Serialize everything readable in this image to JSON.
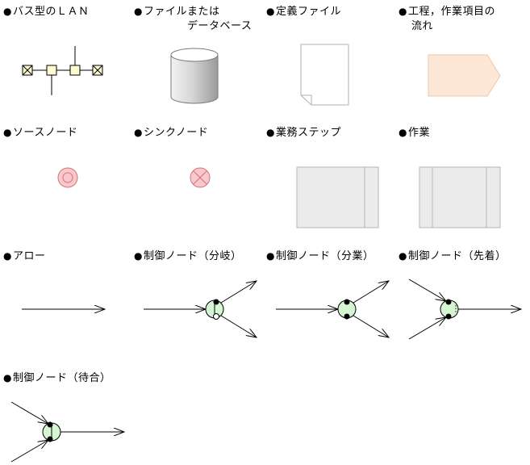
{
  "legend": {
    "bullet": "●",
    "items": {
      "bus_lan": "バス型のＬＡＮ",
      "file_or_db": "ファイルまたは",
      "file_or_db_line2": "データベース",
      "definition_file": "定義ファイル",
      "process_item_flow": "工程，作業項目の",
      "process_item_flow_line2": "流れ",
      "source_node": "ソースノード",
      "sink_node": "シンクノード",
      "business_step": "業務ステップ",
      "work": "作業",
      "arrow": "アロー",
      "control_branch": "制御ノード（分岐）",
      "control_divide": "制御ノード（分業）",
      "control_first_come": "制御ノード（先着）",
      "control_wait": "制御ノード（待合）"
    }
  },
  "colors": {
    "stroke": "#000000",
    "lan_node_fill": "#fdfbd0",
    "file_page_fill": "#ffffff",
    "flow_fill": "#fde8d8",
    "flow_stroke": "#f2c6a4",
    "source_fill": "#f8c8cc",
    "source_stroke": "#d9707a",
    "sink_fill": "#f8c8cc",
    "step_fill": "#ebebeb",
    "step_stroke": "#a8a8a8",
    "control_fill": "#d6f5d3",
    "db_light": "#f0f0f0",
    "db_dark": "#9a9a9a"
  },
  "icons": [
    "bus-lan-icon",
    "database-cylinder-icon",
    "definition-file-icon",
    "process-flow-pentagon-icon",
    "source-node-icon",
    "sink-node-icon",
    "business-step-icon",
    "work-icon",
    "arrow-icon",
    "control-branch-icon",
    "control-divide-icon",
    "control-first-come-icon",
    "control-wait-icon"
  ]
}
